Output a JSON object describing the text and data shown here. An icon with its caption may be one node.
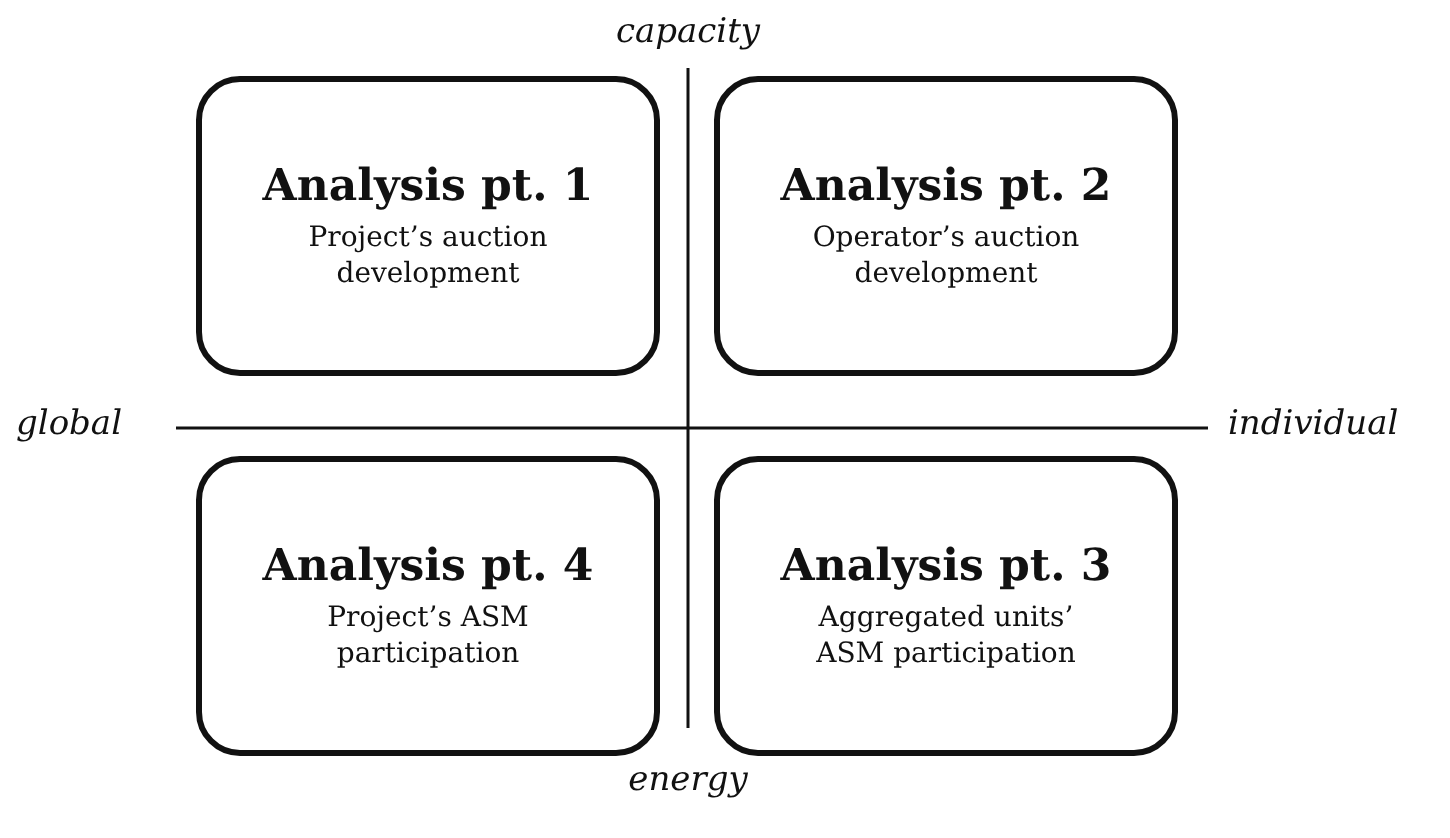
{
  "diagram": {
    "nodes": [
      {
        "text": [
          "Analysis pt. 1",
          "Project’s auction development"
        ]
      },
      {
        "text": [
          "Analysis pt. 2",
          "Operator’s auction development"
        ]
      },
      {
        "text": [
          "Analysis pt. 4",
          "Project’s ASM participation"
        ]
      },
      {
        "text": [
          "Analysis pt. 3",
          "Aggregated units’ ASM participation"
        ]
      }
    ],
    "edges": [],
    "labels": [
      "capacity",
      "global",
      "individual",
      "energy"
    ]
  }
}
